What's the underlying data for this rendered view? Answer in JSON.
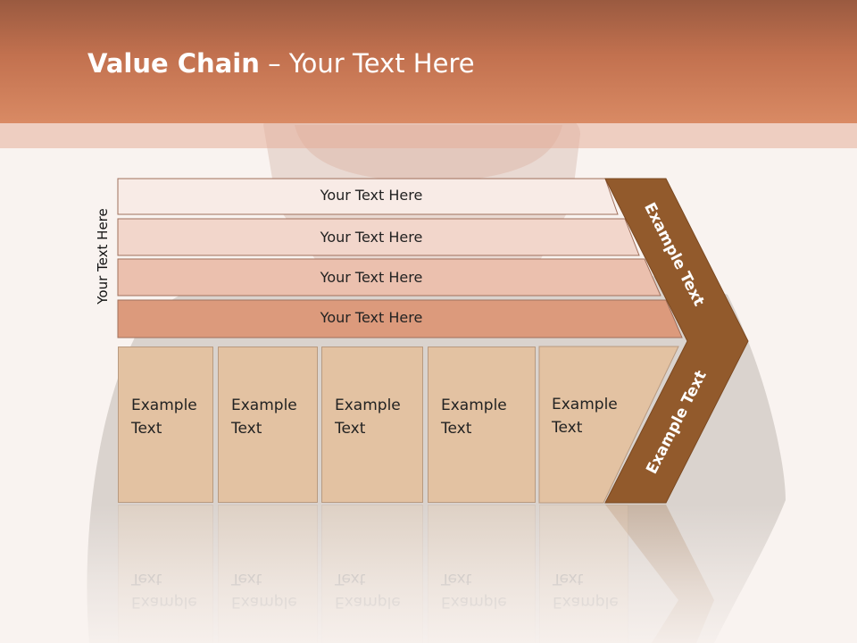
{
  "title": {
    "bold": "Value Chain",
    "rest": " – Your Text Here"
  },
  "side_label": "Your Text Here",
  "bars": [
    {
      "label": "Your Text Here",
      "color": "#f8ebe6"
    },
    {
      "label": "Your Text Here",
      "color": "#f2d6cb"
    },
    {
      "label": "Your Text Here",
      "color": "#ebc0ae"
    },
    {
      "label": "Your Text Here",
      "color": "#dc9a7c"
    }
  ],
  "boxes": [
    {
      "label": "Example\nText"
    },
    {
      "label": "Example\nText"
    },
    {
      "label": "Example\nText"
    },
    {
      "label": "Example\nText"
    },
    {
      "label": "Example\nText"
    }
  ],
  "chevron": {
    "upper_label": "Example Text",
    "lower_label": "Example Text",
    "color": "#925a2c",
    "box_color": "#e3c2a2"
  },
  "colors": {
    "header": "#c2714f",
    "background": "#f9f3f0"
  }
}
